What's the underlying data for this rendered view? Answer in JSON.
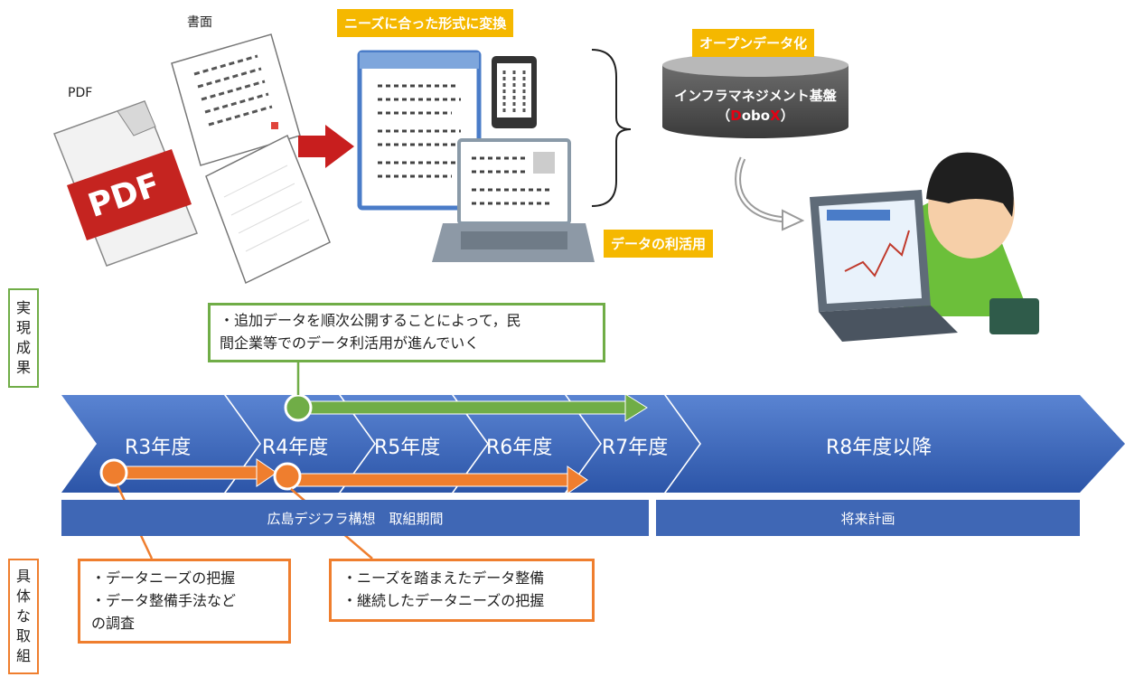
{
  "illustration": {
    "label_shomen": "書面",
    "label_pdf": "PDF",
    "pdf_badge": "PDF"
  },
  "tags": {
    "convert": "ニーズに合った形式に変換",
    "opendata": "オープンデータ化",
    "utilize": "データの利活用"
  },
  "database": {
    "title": "インフラマネジメント基盤",
    "paren_open": "（",
    "brand_d": "D",
    "brand_obo": "obo",
    "brand_x": "X",
    "paren_close": "）"
  },
  "side_labels": {
    "results": [
      "実",
      "現",
      "成",
      "果"
    ],
    "efforts": [
      "具",
      "体",
      "な",
      "取",
      "組"
    ]
  },
  "timeline": {
    "years": [
      "R3年度",
      "R4年度",
      "R5年度",
      "R6年度",
      "R7年度",
      "R8年度以降"
    ],
    "period_main": "広島デジフラ構想　取組期間",
    "period_future": "将来計画"
  },
  "callouts": {
    "result": [
      "・追加データを順次公開することによって，民",
      "間企業等でのデータ利活用が進んでいく"
    ],
    "r3": [
      "・データニーズの把握",
      "・データ整備手法など",
      "の調査"
    ],
    "r4": [
      "・ニーズを踏まえたデータ整備",
      "・継続したデータニーズの把握"
    ]
  },
  "colors": {
    "timeline_blue": "#3f67b5",
    "orange": "#ef7e2e",
    "green": "#70ad47",
    "tag_yellow": "#f5b800",
    "red_arrow": "#c81e1e",
    "brand_red": "#e60012"
  }
}
